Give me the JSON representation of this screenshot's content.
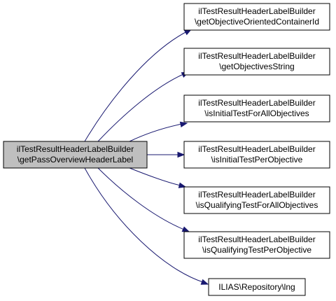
{
  "diagram": {
    "edge_color": "#191970",
    "source": {
      "line1": "ilTestResultHeaderLabelBuilder",
      "line2": "\\getPassOverviewHeaderLabel",
      "fill": "#bfbfbf"
    },
    "targets": [
      {
        "line1": "ilTestResultHeaderLabelBuilder",
        "line2": "\\getObjectiveOrientedContainerId",
        "fill": "#ffffff"
      },
      {
        "line1": "ilTestResultHeaderLabelBuilder",
        "line2": "\\getObjectivesString",
        "fill": "#ffffff"
      },
      {
        "line1": "ilTestResultHeaderLabelBuilder",
        "line2": "\\isInitialTestForAllObjectives",
        "fill": "#ffffff"
      },
      {
        "line1": "ilTestResultHeaderLabelBuilder",
        "line2": "\\isInitialTestPerObjective",
        "fill": "#ffffff"
      },
      {
        "line1": "ilTestResultHeaderLabelBuilder",
        "line2": "\\isQualifyingTestForAllObjectives",
        "fill": "#ffffff"
      },
      {
        "line1": "ilTestResultHeaderLabelBuilder",
        "line2": "\\isQualifyingTestPerObjective",
        "fill": "#ffffff"
      },
      {
        "line1": "ILIAS\\Repository\\lng",
        "line2": "",
        "fill": "#ffffff"
      }
    ]
  }
}
